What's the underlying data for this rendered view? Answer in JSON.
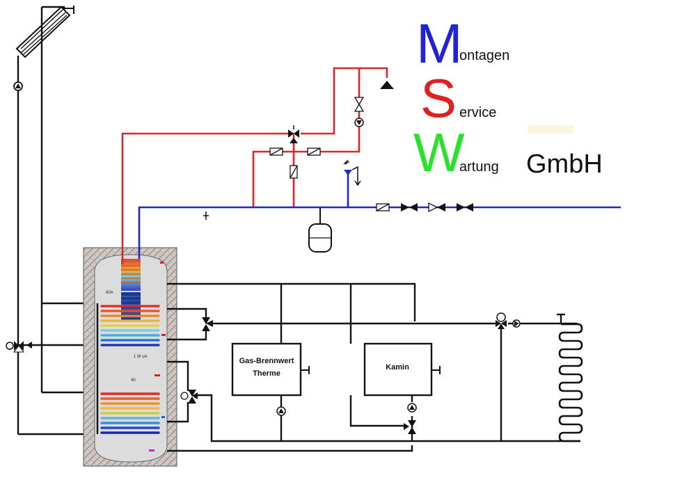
{
  "logo": {
    "line1": {
      "letter": "M",
      "rest": "ontagen"
    },
    "line2": {
      "letter": "S",
      "rest": "ervice"
    },
    "line3": {
      "letter": "W",
      "rest": "artung"
    },
    "company": "GmbH"
  },
  "devices": {
    "boiler": {
      "line1": "Gas-Brennwert",
      "line2": "Therme"
    },
    "fireplace": {
      "label": "Kamin"
    }
  },
  "tank_labels": {
    "label_a": "60A",
    "label_b": "1 W uA",
    "label_c": "40"
  },
  "colors": {
    "hot_pipe": "#d8282a",
    "cold_pipe": "#1c28c8",
    "line": "#111111",
    "logo_m": "#2323d6",
    "logo_s": "#e02020",
    "logo_w": "#2ee02e",
    "insulation": "#c8c0bc",
    "tank_body": "#dcdcdc"
  },
  "icons": [
    "solar-collector-icon",
    "pump-icon",
    "three-way-valve-icon",
    "check-valve-icon",
    "pressure-reducer-icon",
    "expansion-vessel-icon",
    "safety-valve-icon",
    "radiator-icon",
    "gate-valve-icon"
  ]
}
